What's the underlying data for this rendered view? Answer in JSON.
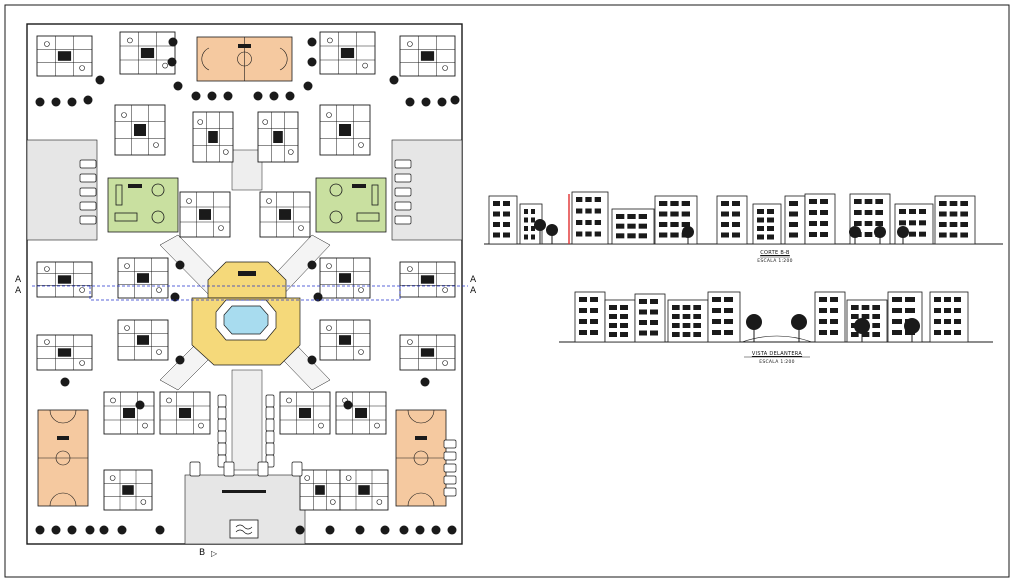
{
  "plan": {
    "section_a_left_top": "A",
    "section_a_left_bottom": "A",
    "section_a_right_top": "A",
    "section_a_right_bottom": "A",
    "section_b_label": "B",
    "section_b_arrow": "▷"
  },
  "section_view": {
    "title": "CORTE B-B",
    "scale": "ESCALA 1:200"
  },
  "front_view": {
    "title": "VISTA DELANTERA",
    "scale": "ESCALA 1:200"
  },
  "colors": {
    "line": "#1a1a1a",
    "court": "#f5c9a0",
    "plaza": "#f5d97a",
    "garden": "#c9e0a0",
    "pool": "#a8dcef",
    "section_line": "#2233cc",
    "section_cut": "#e03030"
  }
}
